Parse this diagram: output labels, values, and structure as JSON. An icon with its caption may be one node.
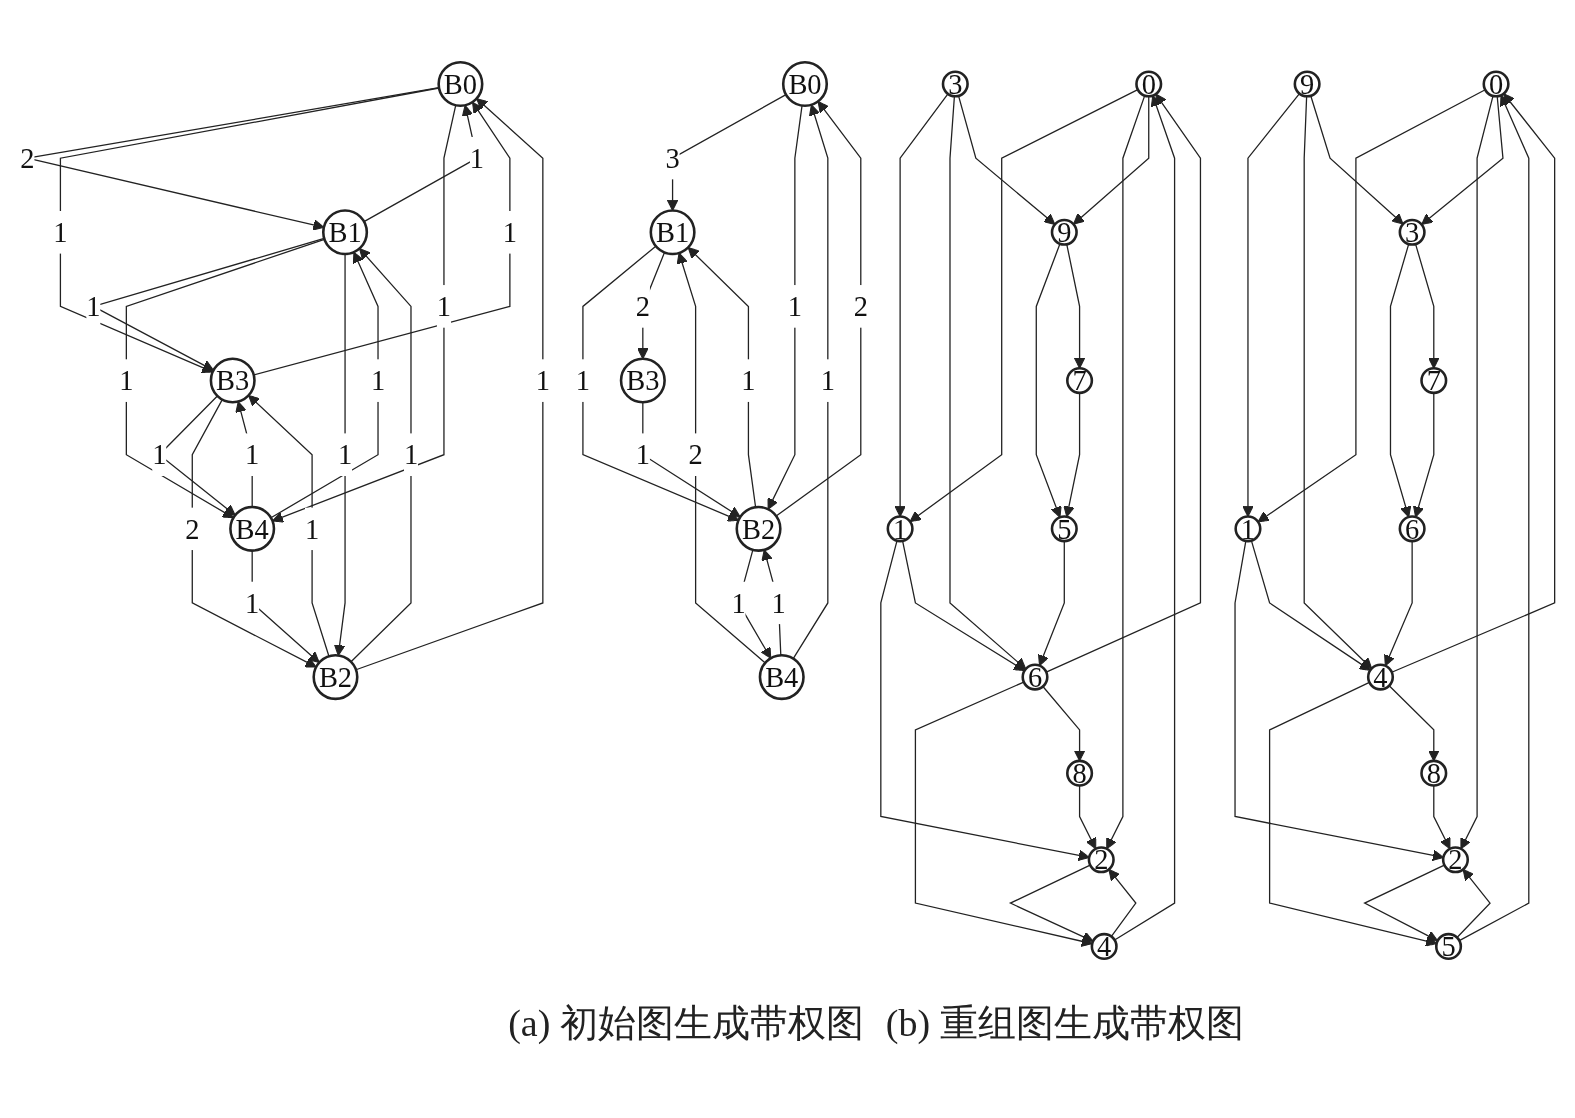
{
  "diagram": {
    "nodes": [
      {
        "text": [
          "0"
        ]
      },
      {
        "text": [
          "1"
        ]
      },
      {
        "text": [
          "2"
        ]
      },
      {
        "text": [
          "3"
        ]
      },
      {
        "text": [
          "4"
        ]
      },
      {
        "text": [
          "5"
        ]
      },
      {
        "text": [
          "6"
        ]
      },
      {
        "text": [
          "7"
        ]
      },
      {
        "text": [
          "8"
        ]
      },
      {
        "text": [
          "9"
        ]
      },
      {
        "text": [
          "B0"
        ]
      },
      {
        "text": [
          "B1"
        ]
      },
      {
        "text": [
          "B2"
        ]
      },
      {
        "text": [
          "B3"
        ]
      },
      {
        "text": [
          "B4"
        ]
      },
      {
        "text": [
          "0"
        ]
      },
      {
        "text": [
          "1"
        ]
      },
      {
        "text": [
          "2"
        ]
      },
      {
        "text": [
          "3"
        ]
      },
      {
        "text": [
          "4"
        ]
      },
      {
        "text": [
          "5"
        ]
      },
      {
        "text": [
          "6"
        ]
      },
      {
        "text": [
          "7"
        ]
      },
      {
        "text": [
          "8"
        ]
      },
      {
        "text": [
          "9"
        ]
      },
      {
        "text": [
          "B0"
        ]
      },
      {
        "text": [
          "B1"
        ]
      },
      {
        "text": [
          "B2"
        ]
      },
      {
        "text": [
          "B3"
        ]
      },
      {
        "text": [
          "B4"
        ]
      }
    ],
    "edges": [
      {
        "from": 3,
        "to": 1,
        "arrow": "to"
      },
      {
        "from": 0,
        "to": 1,
        "arrow": "to"
      },
      {
        "from": 1,
        "to": 2,
        "arrow": "to"
      },
      {
        "from": 0,
        "to": 2,
        "arrow": "to"
      },
      {
        "from": 2,
        "to": 4,
        "arrow": "to"
      },
      {
        "from": 4,
        "to": 2,
        "arrow": "to"
      },
      {
        "from": 4,
        "to": 0,
        "arrow": "to"
      },
      {
        "from": 6,
        "to": 0,
        "arrow": "to"
      },
      {
        "from": 1,
        "to": 6,
        "arrow": "to"
      },
      {
        "from": 3,
        "to": 6,
        "arrow": "to"
      },
      {
        "from": 6,
        "to": 4,
        "arrow": "to"
      },
      {
        "from": 3,
        "to": 9,
        "arrow": "to"
      },
      {
        "from": 0,
        "to": 9,
        "arrow": "to"
      },
      {
        "from": 9,
        "to": 5,
        "arrow": "to"
      },
      {
        "from": 5,
        "to": 6,
        "arrow": "to"
      },
      {
        "from": 6,
        "to": 8,
        "arrow": "to"
      },
      {
        "from": 8,
        "to": 2,
        "arrow": "to"
      },
      {
        "from": 7,
        "to": 5,
        "arrow": "to"
      },
      {
        "from": 9,
        "to": 7,
        "arrow": "to"
      },
      {
        "from": 11,
        "to": 10,
        "arrow": "to",
        "label": "1"
      },
      {
        "from": 10,
        "to": 11,
        "arrow": "to",
        "label": "2"
      },
      {
        "from": 13,
        "to": 10,
        "arrow": "to",
        "label": "1"
      },
      {
        "from": 10,
        "to": 13,
        "arrow": "to",
        "label": "1"
      },
      {
        "from": 10,
        "to": 14,
        "arrow": "to",
        "label": "1"
      },
      {
        "from": 12,
        "to": 10,
        "arrow": "to",
        "label": "1"
      },
      {
        "from": 11,
        "to": 13,
        "arrow": "to",
        "label": "1"
      },
      {
        "from": 13,
        "to": 14,
        "arrow": "to",
        "label": "1"
      },
      {
        "from": 14,
        "to": 13,
        "arrow": "to",
        "label": "1"
      },
      {
        "from": 14,
        "to": 11,
        "arrow": "to",
        "label": "1"
      },
      {
        "from": 11,
        "to": 14,
        "arrow": "to",
        "label": "1"
      },
      {
        "from": 14,
        "to": 12,
        "arrow": "to",
        "label": "1"
      },
      {
        "from": 11,
        "to": 12,
        "arrow": "to",
        "label": "1"
      },
      {
        "from": 12,
        "to": 11,
        "arrow": "to",
        "label": "1"
      },
      {
        "from": 13,
        "to": 12,
        "arrow": "to",
        "label": "2"
      },
      {
        "from": 12,
        "to": 13,
        "arrow": "to",
        "label": "1"
      },
      {
        "from": 24,
        "to": 16,
        "arrow": "to"
      },
      {
        "from": 15,
        "to": 16,
        "arrow": "to"
      },
      {
        "from": 16,
        "to": 17,
        "arrow": "to"
      },
      {
        "from": 15,
        "to": 17,
        "arrow": "to"
      },
      {
        "from": 17,
        "to": 20,
        "arrow": "to"
      },
      {
        "from": 20,
        "to": 17,
        "arrow": "to"
      },
      {
        "from": 20,
        "to": 15,
        "arrow": "to"
      },
      {
        "from": 19,
        "to": 15,
        "arrow": "to"
      },
      {
        "from": 16,
        "to": 19,
        "arrow": "to"
      },
      {
        "from": 24,
        "to": 19,
        "arrow": "to"
      },
      {
        "from": 19,
        "to": 20,
        "arrow": "to"
      },
      {
        "from": 24,
        "to": 18,
        "arrow": "to"
      },
      {
        "from": 15,
        "to": 18,
        "arrow": "to"
      },
      {
        "from": 18,
        "to": 21,
        "arrow": "to"
      },
      {
        "from": 21,
        "to": 19,
        "arrow": "to"
      },
      {
        "from": 19,
        "to": 23,
        "arrow": "to"
      },
      {
        "from": 23,
        "to": 17,
        "arrow": "to"
      },
      {
        "from": 22,
        "to": 21,
        "arrow": "to"
      },
      {
        "from": 18,
        "to": 22,
        "arrow": "to"
      },
      {
        "from": 29,
        "to": 25,
        "arrow": "to",
        "label": "1"
      },
      {
        "from": 27,
        "to": 29,
        "arrow": "to",
        "label": "1"
      },
      {
        "from": 29,
        "to": 27,
        "arrow": "to",
        "label": "1"
      },
      {
        "from": 25,
        "to": 26,
        "arrow": "to",
        "label": "3"
      },
      {
        "from": 29,
        "to": 26,
        "arrow": "to",
        "label": "2"
      },
      {
        "from": 27,
        "to": 25,
        "arrow": "to",
        "label": "2"
      },
      {
        "from": 25,
        "to": 27,
        "arrow": "to",
        "label": "1"
      },
      {
        "from": 26,
        "to": 27,
        "arrow": "to",
        "label": "1"
      },
      {
        "from": 27,
        "to": 26,
        "arrow": "to",
        "label": "1"
      },
      {
        "from": 26,
        "to": 28,
        "arrow": "to",
        "label": "2"
      },
      {
        "from": 28,
        "to": 27,
        "arrow": "to",
        "label": "1"
      }
    ],
    "labels": [
      "(a) 初始图生成带权图",
      "(b) 重组图生成带权图"
    ]
  }
}
